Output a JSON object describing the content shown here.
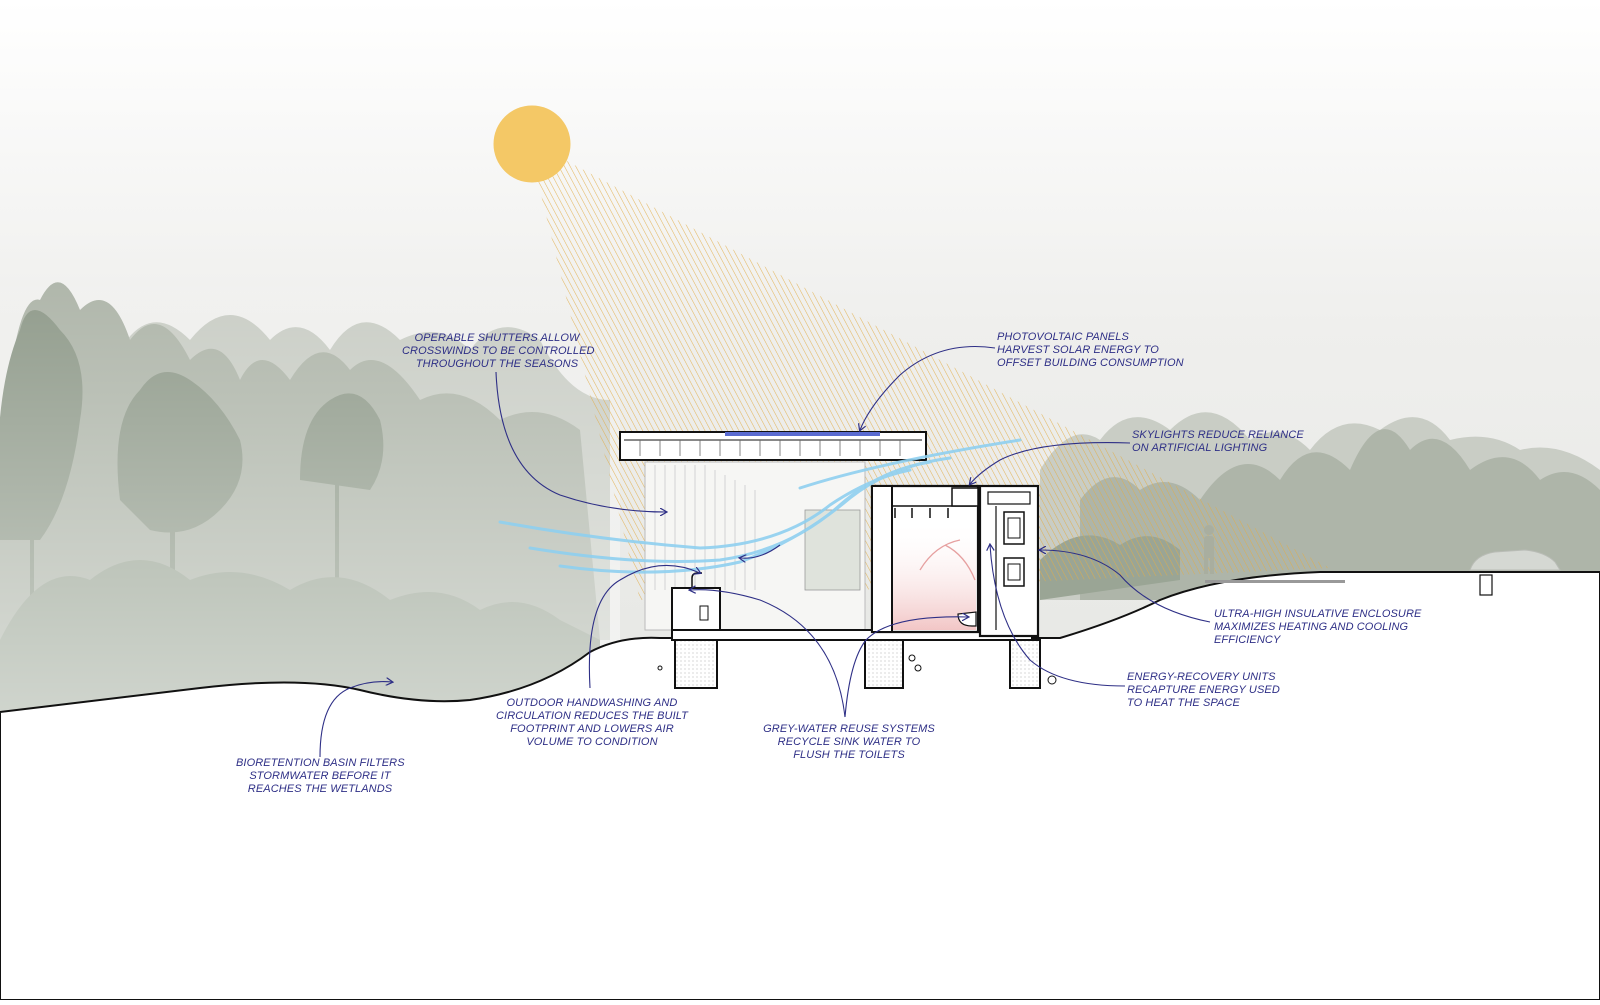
{
  "colors": {
    "sun": "#f4c866",
    "rays": "#e2b04a",
    "foliage": "#8c9a88",
    "annotation": "#2e2f86",
    "wind": "#8fd0f0",
    "heat": "#f2c3c3"
  },
  "annotations": {
    "shutters": [
      "OPERABLE SHUTTERS ALLOW",
      "CROSSWINDS TO BE CONTROLLED",
      "THROUGHOUT THE SEASONS"
    ],
    "pv": [
      "PHOTOVOLTAIC PANELS",
      "HARVEST SOLAR ENERGY TO",
      "OFFSET BUILDING CONSUMPTION"
    ],
    "skylights": [
      "SKYLIGHTS REDUCE RELIANCE",
      "ON ARTIFICIAL LIGHTING"
    ],
    "enclosure": [
      "ULTRA-HIGH INSULATIVE ENCLOSURE",
      "MAXIMIZES HEATING AND COOLING",
      "EFFICIENCY"
    ],
    "erv": [
      "ENERGY-RECOVERY UNITS",
      "RECAPTURE ENERGY USED",
      "TO HEAT THE SPACE"
    ],
    "handwashing": [
      "OUTDOOR HANDWASHING AND",
      "CIRCULATION REDUCES THE BUILT",
      "FOOTPRINT AND LOWERS AIR",
      "VOLUME TO CONDITION"
    ],
    "greywater": [
      "GREY-WATER REUSE SYSTEMS",
      "RECYCLE SINK WATER TO",
      "FLUSH THE TOILETS"
    ],
    "bioretention": [
      "BIORETENTION BASIN FILTERS",
      "STORMWATER BEFORE IT",
      "REACHES THE WETLANDS"
    ]
  }
}
